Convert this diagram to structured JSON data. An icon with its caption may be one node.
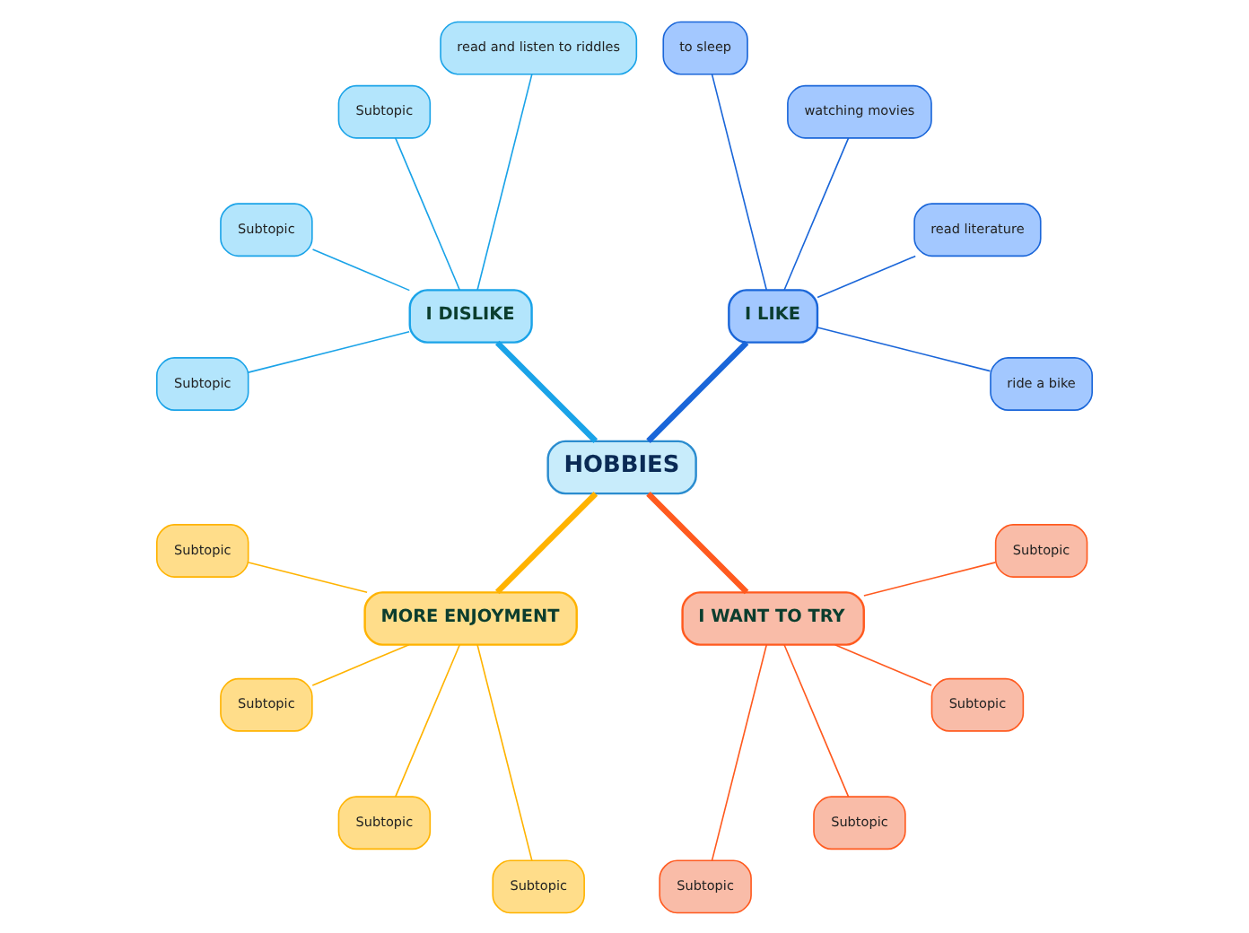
{
  "diagram": {
    "nodes": [
      {
        "text": [
          "HOBBIES"
        ]
      },
      {
        "text": [
          "I LIKE"
        ]
      },
      {
        "text": [
          "ride a bike"
        ]
      },
      {
        "text": [
          "read literature"
        ]
      },
      {
        "text": [
          "watching movies"
        ]
      },
      {
        "text": [
          "to sleep"
        ]
      },
      {
        "text": [
          "I DISLIKE"
        ]
      },
      {
        "text": [
          "read and listen to riddles"
        ]
      },
      {
        "text": [
          "Subtopic"
        ]
      },
      {
        "text": [
          "Subtopic"
        ]
      },
      {
        "text": [
          "Subtopic"
        ]
      },
      {
        "text": [
          "MORE ENJOYMENT"
        ]
      },
      {
        "text": [
          "Subtopic"
        ]
      },
      {
        "text": [
          "Subtopic"
        ]
      },
      {
        "text": [
          "Subtopic"
        ]
      },
      {
        "text": [
          "Subtopic"
        ]
      },
      {
        "text": [
          "I WANT TO TRY"
        ]
      },
      {
        "text": [
          "Subtopic"
        ]
      },
      {
        "text": [
          "Subtopic"
        ]
      },
      {
        "text": [
          "Subtopic"
        ]
      },
      {
        "text": [
          "Subtopic"
        ]
      }
    ],
    "edges": [
      {
        "from": 0,
        "to": 1,
        "arrow": "none",
        "style": "thick",
        "color": "#1a66d9"
      },
      {
        "from": 1,
        "to": 2,
        "arrow": "none",
        "color": "#1a66d9"
      },
      {
        "from": 1,
        "to": 3,
        "arrow": "none",
        "color": "#1a66d9"
      },
      {
        "from": 1,
        "to": 4,
        "arrow": "none",
        "color": "#1a66d9"
      },
      {
        "from": 1,
        "to": 5,
        "arrow": "none",
        "color": "#1a66d9"
      },
      {
        "from": 0,
        "to": 6,
        "arrow": "none",
        "style": "thick",
        "color": "#1aa3e8"
      },
      {
        "from": 6,
        "to": 7,
        "arrow": "none",
        "color": "#1aa3e8"
      },
      {
        "from": 6,
        "to": 8,
        "arrow": "none",
        "color": "#1aa3e8"
      },
      {
        "from": 6,
        "to": 9,
        "arrow": "none",
        "color": "#1aa3e8"
      },
      {
        "from": 6,
        "to": 10,
        "arrow": "none",
        "color": "#1aa3e8"
      },
      {
        "from": 0,
        "to": 11,
        "arrow": "none",
        "style": "thick",
        "color": "#ffb300"
      },
      {
        "from": 11,
        "to": 12,
        "arrow": "none",
        "color": "#ffb300"
      },
      {
        "from": 11,
        "to": 13,
        "arrow": "none",
        "color": "#ffb300"
      },
      {
        "from": 11,
        "to": 14,
        "arrow": "none",
        "color": "#ffb300"
      },
      {
        "from": 11,
        "to": 15,
        "arrow": "none",
        "color": "#ffb300"
      },
      {
        "from": 0,
        "to": 16,
        "arrow": "none",
        "style": "thick",
        "color": "#ff5a1f"
      },
      {
        "from": 16,
        "to": 17,
        "arrow": "none",
        "color": "#ff5a1f"
      },
      {
        "from": 16,
        "to": 18,
        "arrow": "none",
        "color": "#ff5a1f"
      },
      {
        "from": 16,
        "to": 19,
        "arrow": "none",
        "color": "#ff5a1f"
      },
      {
        "from": 16,
        "to": 20,
        "arrow": "none",
        "color": "#ff5a1f"
      }
    ]
  }
}
